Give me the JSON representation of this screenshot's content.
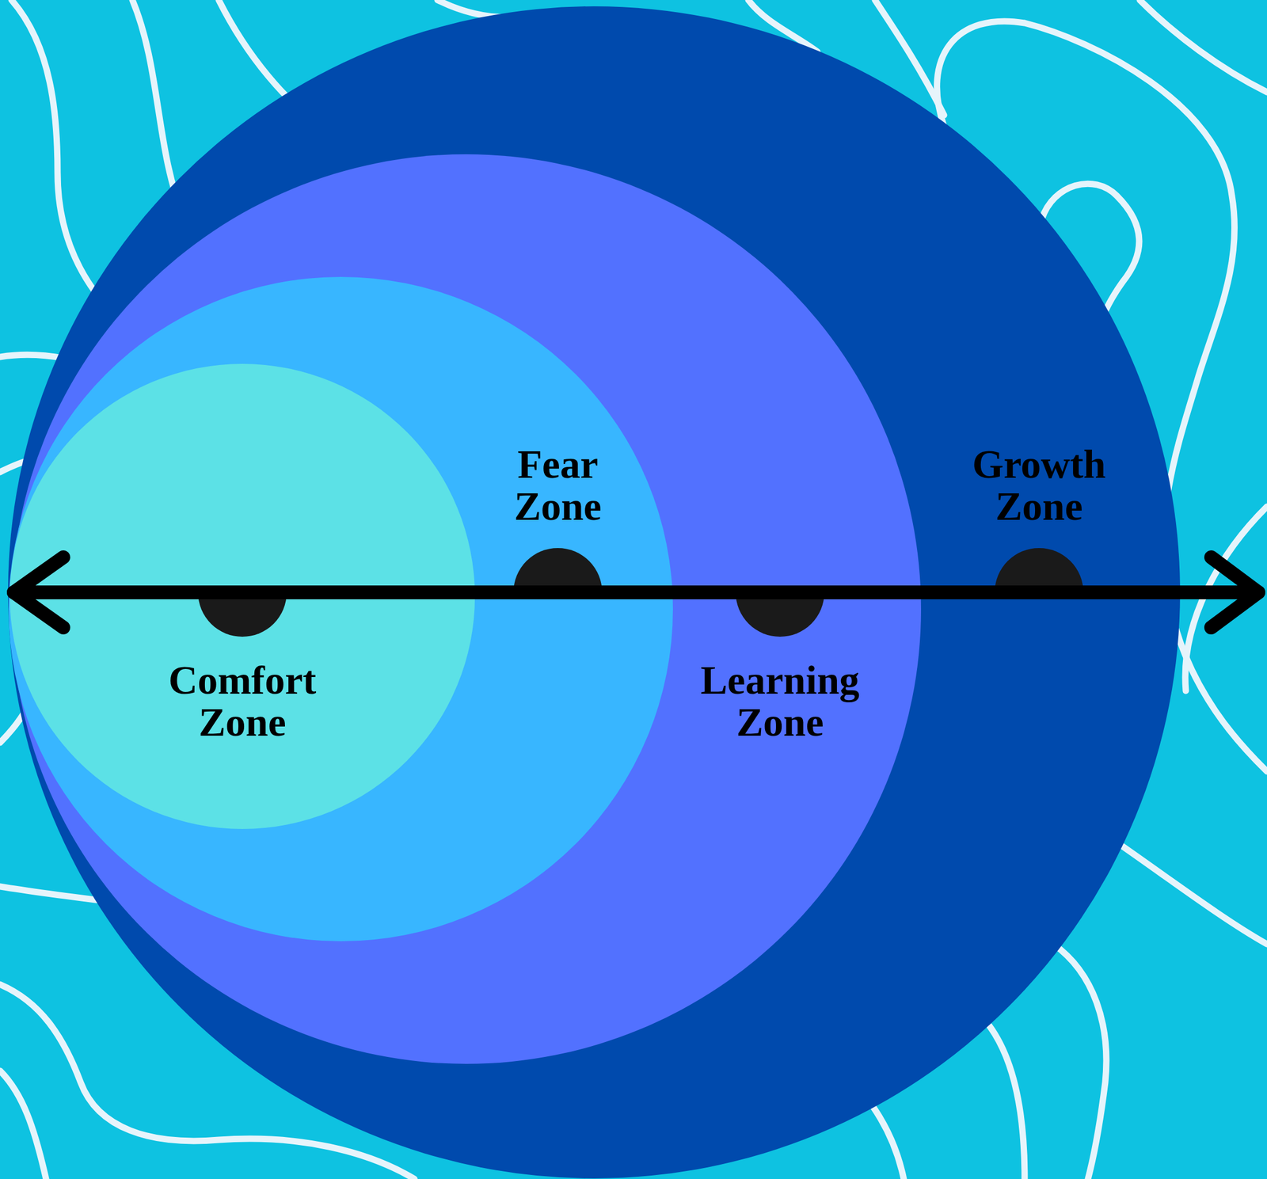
{
  "diagram": {
    "nodes": [
      {
        "text": [
          "Growth Zone"
        ]
      },
      {
        "text": [
          "Learning Zone"
        ],
        "in": 0
      },
      {
        "text": [
          "Fear Zone"
        ],
        "in": 1
      },
      {
        "text": [
          "Comfort Zone"
        ],
        "in": 2
      }
    ]
  }
}
